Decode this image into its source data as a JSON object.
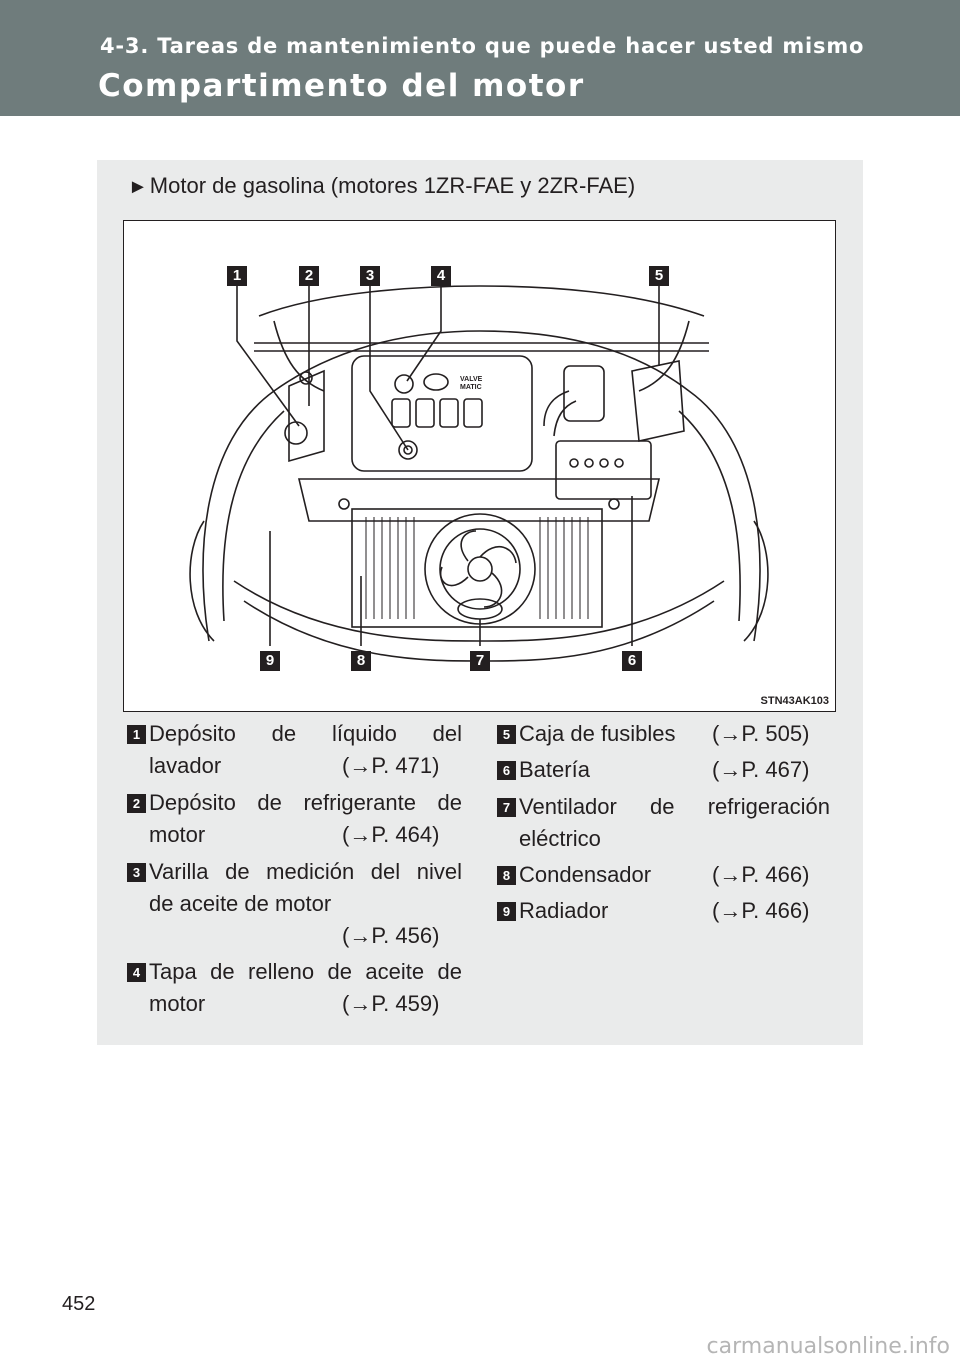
{
  "header": {
    "section": "4-3. Tareas de mantenimiento que puede hacer usted mismo",
    "title": "Compartimento del motor"
  },
  "panel": {
    "subheading_marker": "►",
    "subheading": "Motor de gasolina (motores 1ZR-FAE y 2ZR-FAE)",
    "figure_code": "STN43AK103",
    "engine_logo_text": [
      "VALVE",
      "MATIC"
    ],
    "callouts": [
      "1",
      "2",
      "3",
      "4",
      "5",
      "6",
      "7",
      "8",
      "9"
    ]
  },
  "items": [
    {
      "num": "1",
      "line1": "Depósito de líquido del",
      "line2": "lavador",
      "ref": "(→P. 471)"
    },
    {
      "num": "2",
      "line1": "Depósito de refrigerante de",
      "line2": "motor",
      "ref": "(→P. 464)"
    },
    {
      "num": "3",
      "line1": "Varilla de medición del nivel",
      "line2": "de aceite de motor",
      "ref": "(→P. 456)"
    },
    {
      "num": "4",
      "line1": "Tapa de relleno de aceite de",
      "line2": "motor",
      "ref": "(→P. 459)"
    },
    {
      "num": "5",
      "line1": "Caja de fusibles",
      "ref": "(→P. 505)"
    },
    {
      "num": "6",
      "line1": "Batería",
      "ref": "(→P. 467)"
    },
    {
      "num": "7",
      "line1": "Ventilador de refrigeración",
      "line2": "eléctrico"
    },
    {
      "num": "8",
      "line1": "Condensador",
      "ref": "(→P. 466)"
    },
    {
      "num": "9",
      "line1": "Radiador",
      "ref": "(→P. 466)"
    }
  ],
  "page_number": "452",
  "watermark": "carmanualsonline.info"
}
